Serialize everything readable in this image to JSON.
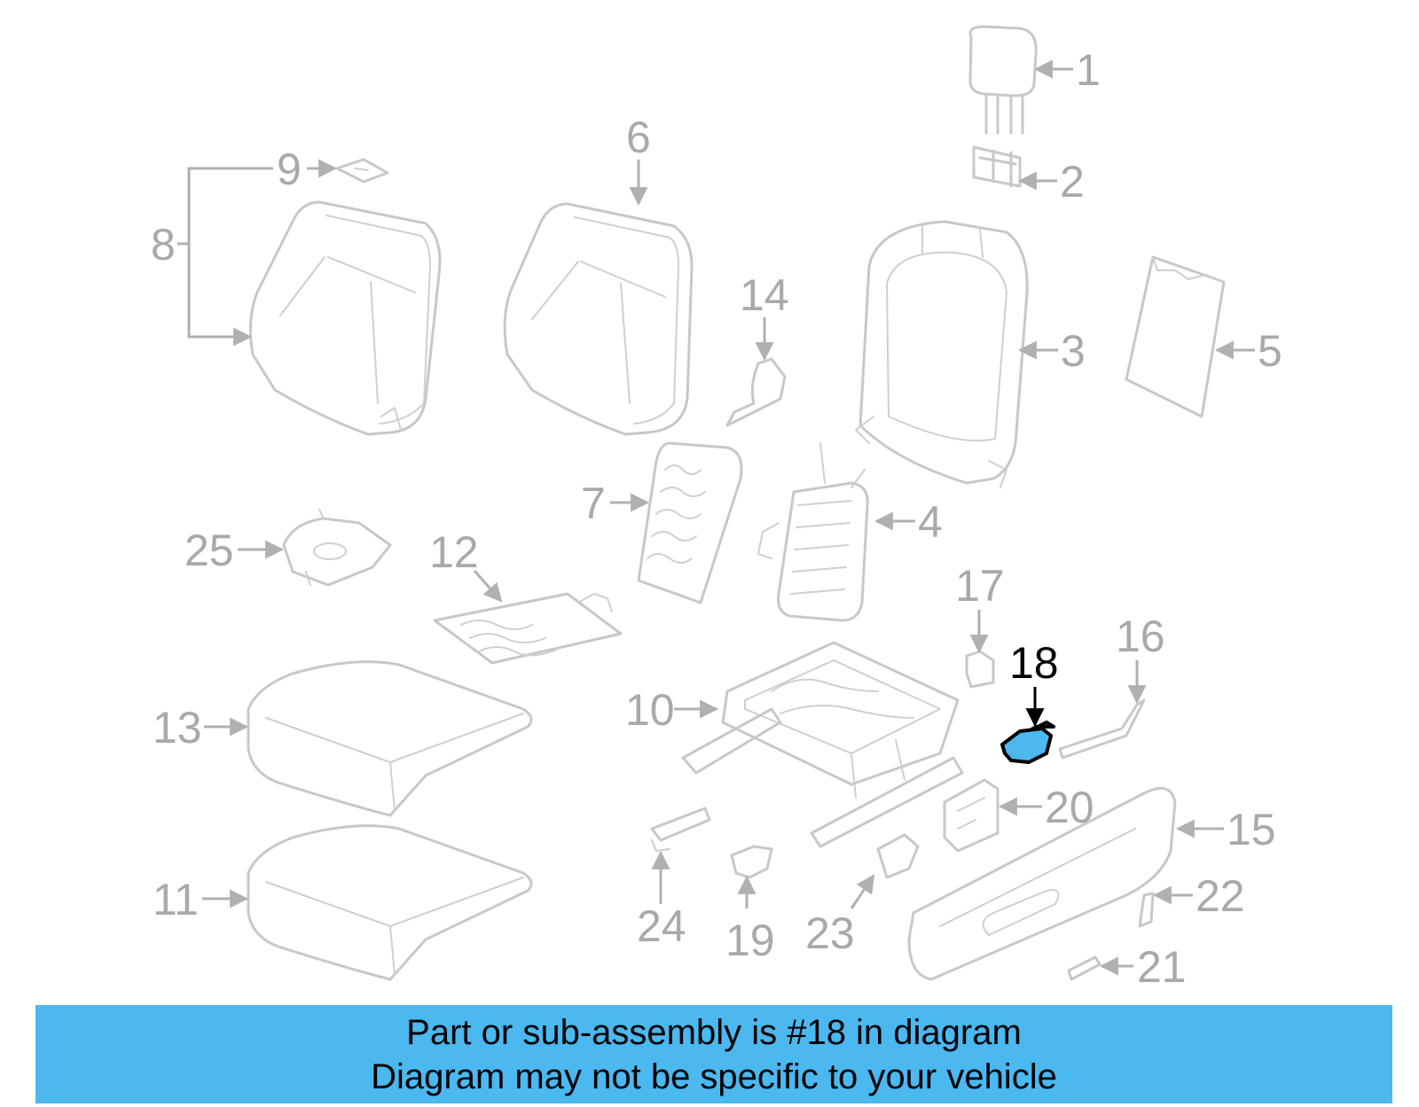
{
  "diagram": {
    "callouts": [
      "1",
      "2",
      "3",
      "4",
      "5",
      "6",
      "7",
      "8",
      "9",
      "10",
      "11",
      "12",
      "13",
      "14",
      "15",
      "16",
      "17",
      "18",
      "19",
      "20",
      "21",
      "22",
      "23",
      "24",
      "25"
    ],
    "highlighted": "18",
    "colors": {
      "highlight": "#4bb8f0",
      "outline": "#c8c8c8",
      "label": "#a9a9a9"
    }
  },
  "banner": {
    "line1": "Part or sub-assembly is #18 in diagram",
    "line2": "Diagram may not be specific to your vehicle"
  }
}
